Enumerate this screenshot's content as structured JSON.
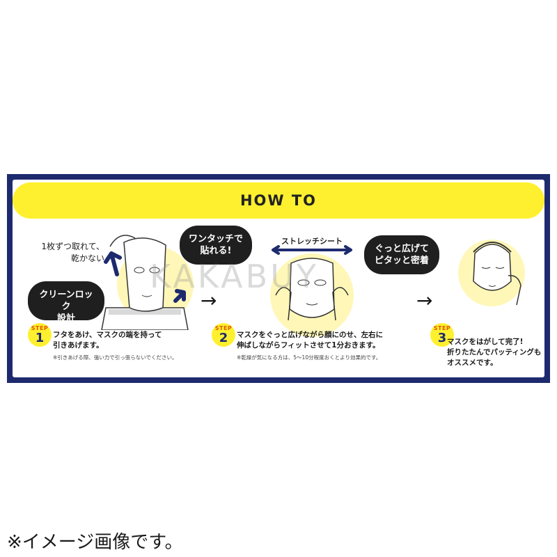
{
  "title": "HOW TO",
  "watermark": "KAKABUY",
  "caption": "※イメージ画像です。",
  "colors": {
    "frame": "#1e2a6e",
    "header": "#fff02f",
    "glow": "#fff7b8",
    "bubble": "#1f1f1f",
    "step_label": "#e05a00"
  },
  "steps": [
    {
      "label": "STEP",
      "number": "1",
      "text_line1": "フタをあけ、マスクの端を持って",
      "text_line2": "引きあげます。",
      "note": "※引きあげる際、強い力で引っ張らないでください。",
      "callout_line1": "1枚ずつ取れて、",
      "callout_line2": "乾かない",
      "bubble_line1": "クリーンロック",
      "bubble_line2": "設計"
    },
    {
      "label": "STEP",
      "number": "2",
      "text_line1": "マスクをぐっと広げながら顔にのせ、左右に",
      "text_line2": "伸ばしながらフィットさせて1分おきます。",
      "note": "※乾燥が気になる方は、5〜10分程度おくとより効果的です。",
      "bubble_top_line1": "ワンタッチで",
      "bubble_top_line2": "貼れる!",
      "stretch_label": "ストレッチシート",
      "bubble_right_line1": "ぐっと広げて",
      "bubble_right_line2": "ピタッと密着"
    },
    {
      "label": "STEP",
      "number": "3",
      "text_line1": "マスクをはがして完了!",
      "text_line2": "折りたたんでパッティングも",
      "text_line3": "オススメです。"
    }
  ]
}
